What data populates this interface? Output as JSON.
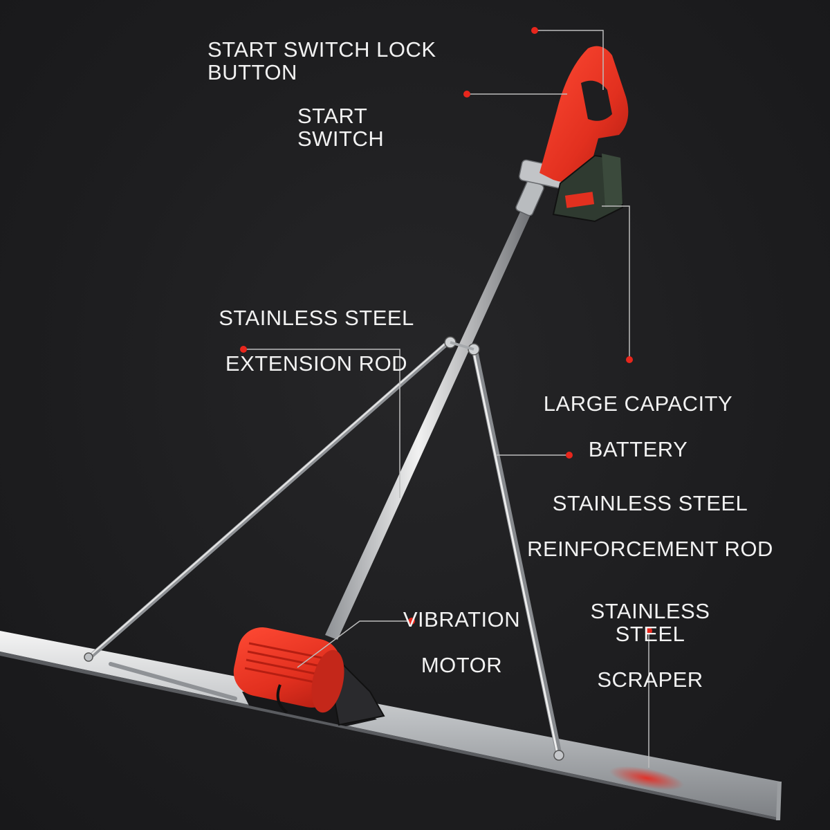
{
  "labels": {
    "start_switch_lock_button": "START SWITCH LOCK BUTTON",
    "start_switch": "START SWITCH",
    "extension_rod_line1": "STAINLESS STEEL",
    "extension_rod_line2": "EXTENSION ROD",
    "battery_line1": "LARGE CAPACITY",
    "battery_line2": "BATTERY",
    "reinforcement_rod_line1": "STAINLESS STEEL",
    "reinforcement_rod_line2": "REINFORCEMENT ROD",
    "vibration_motor_line1": "VIBRATION",
    "vibration_motor_line2": "MOTOR",
    "scraper_line1": "STAINLESS STEEL",
    "scraper_line2": "SCRAPER"
  },
  "colors": {
    "background": "#1e1e20",
    "accent_red": "#e8261c",
    "tool_red": "#e2301f",
    "steel": "#c9cccf",
    "text": "#f2f2f2",
    "leader_line": "#bdbdbd"
  }
}
